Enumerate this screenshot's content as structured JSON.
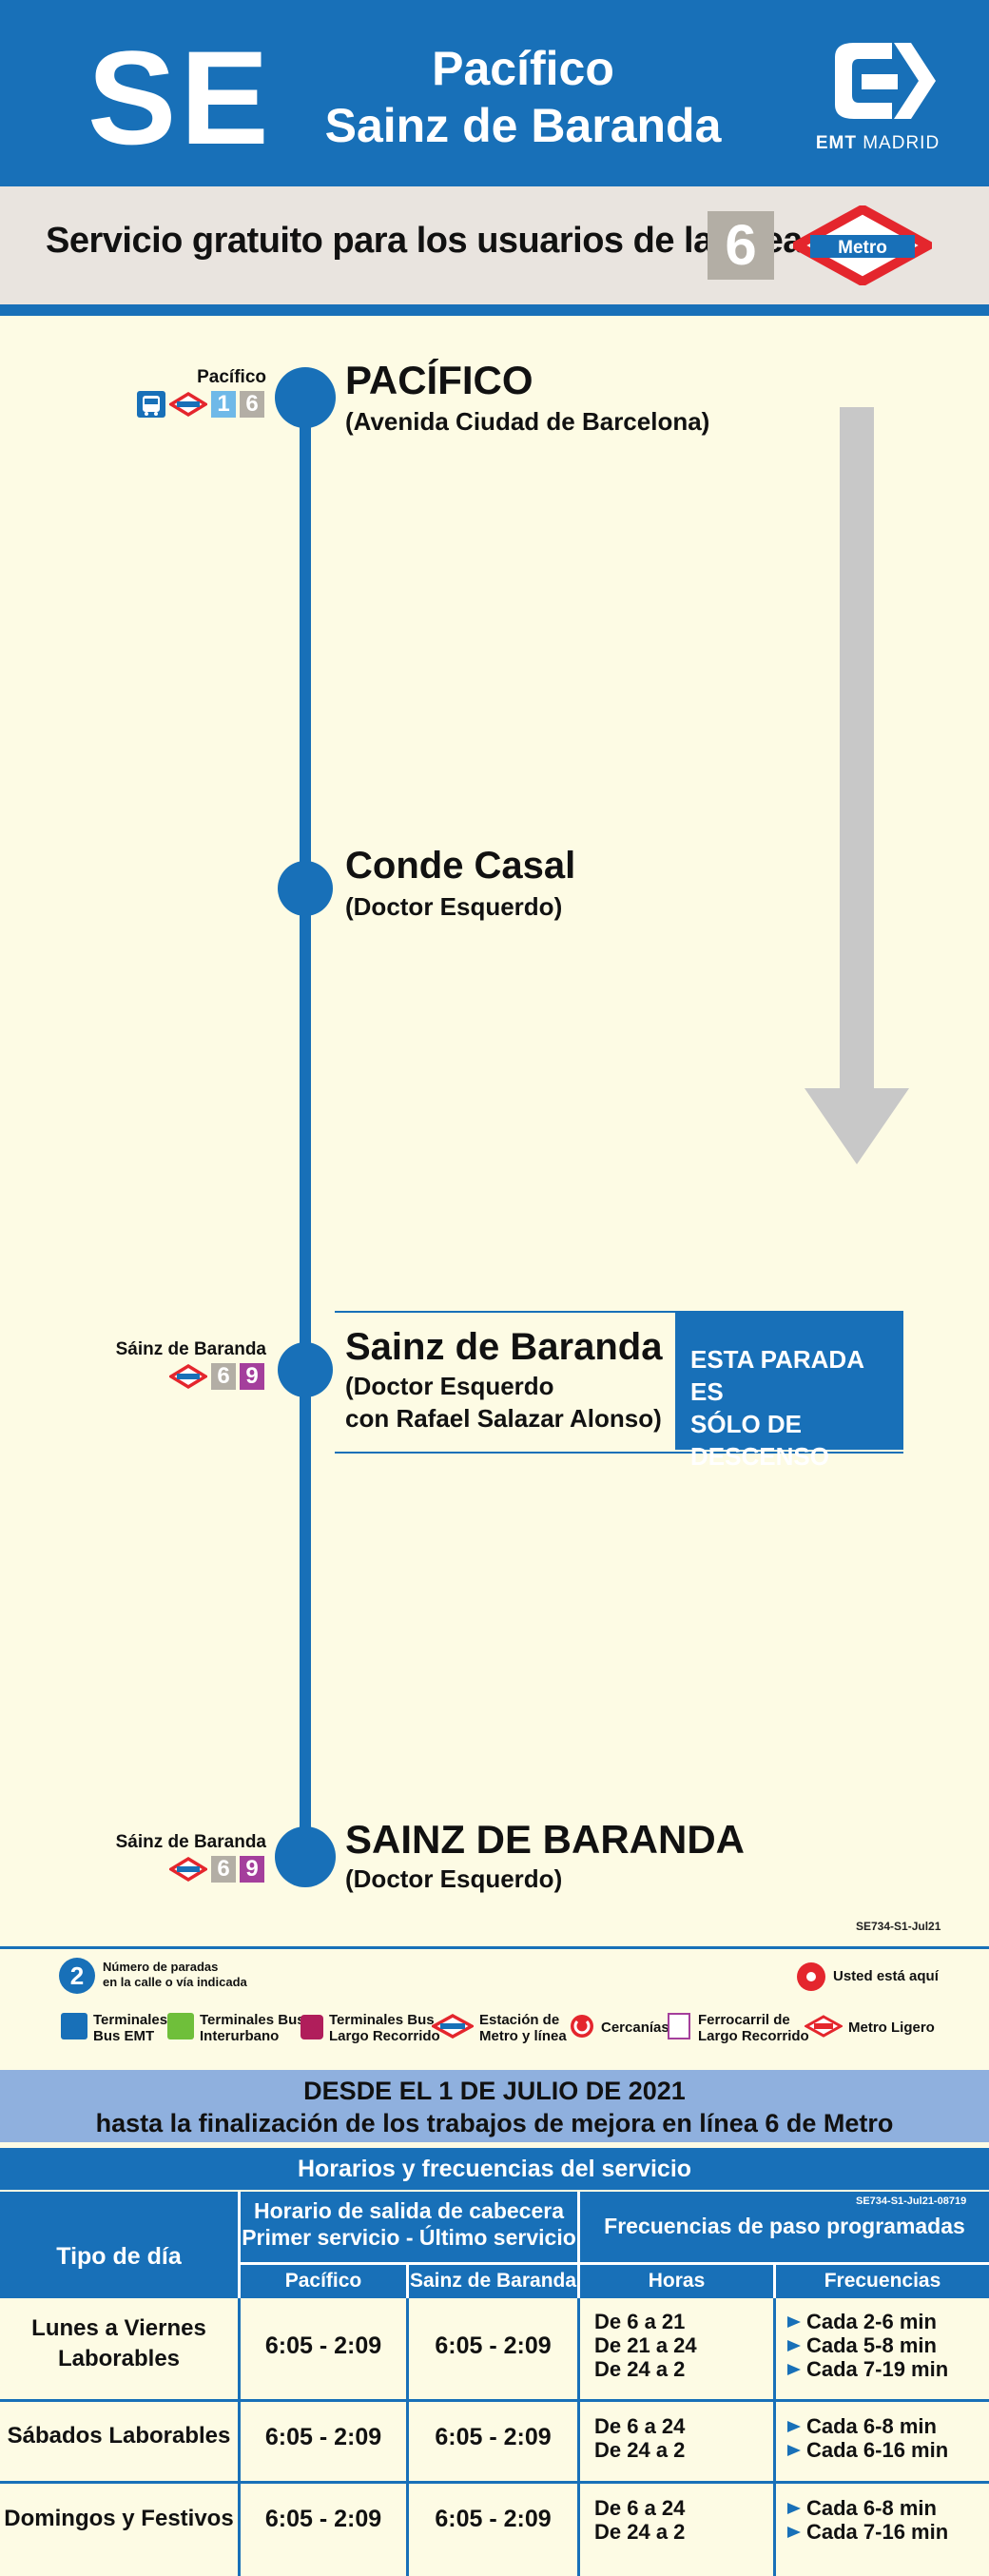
{
  "header": {
    "line_code": "SE",
    "title_line1": "Pacífico",
    "title_line2": "Sainz de Baranda",
    "operator_bold": "EMT",
    "operator_rest": "MADRID"
  },
  "subbar": {
    "text": "Servicio gratuito para los usuarios de la línea",
    "line_number": "6",
    "metro_label": "Metro"
  },
  "stops": [
    {
      "name": "PACÍFICO",
      "sub1": "(Avenida Ciudad de Barcelona)",
      "sub2": "",
      "conn_label": "Pacífico",
      "lines": [
        "1",
        "6"
      ]
    },
    {
      "name": "Conde Casal",
      "sub1": "(Doctor Esquerdo)",
      "sub2": "",
      "conn_label": "",
      "lines": []
    },
    {
      "name": "Sainz de Baranda",
      "sub1": "(Doctor Esquerdo",
      "sub2": "con Rafael Salazar Alonso)",
      "conn_label": "Sáinz de Baranda",
      "lines": [
        "6",
        "9"
      ],
      "note_line1": "ESTA PARADA ES",
      "note_line2": "SÓLO DE DESCENSO"
    },
    {
      "name": "SAINZ DE BARANDA",
      "sub1": "(Doctor Esquerdo)",
      "sub2": "",
      "conn_label": "Sáinz de Baranda",
      "lines": [
        "6",
        "9"
      ]
    }
  ],
  "map_code": "SE734-S1-Jul21",
  "legend": {
    "stops_count_number": "2",
    "stops_count_l1": "Número de paradas",
    "stops_count_l2": "en la calle o vía indicada",
    "you_are_here": "Usted está aquí",
    "bus_emt_l1": "Terminales",
    "bus_emt_l2": "Bus EMT",
    "interurban_l1": "Terminales Bus",
    "interurban_l2": "Interurbano",
    "long_l1": "Terminales Bus",
    "long_l2": "Largo Recorrido",
    "metro_l1": "Estación de",
    "metro_l2": "Metro y línea",
    "cercanias": "Cercanías",
    "rail_l1": "Ferrocarril de",
    "rail_l2": "Largo Recorrido",
    "light": "Metro Ligero"
  },
  "notice": {
    "line1": "DESDE EL 1 DE JULIO DE 2021",
    "line2": "hasta la finalización de los trabajos de mejora en línea 6 de Metro"
  },
  "timetable": {
    "title": "Horarios y frecuencias del servicio",
    "code": "SE734-S1-Jul21-08719",
    "col_day": "Tipo de día",
    "col_departure_l1": "Horario de salida de cabecera",
    "col_departure_l2": "Primer servicio - Último servicio",
    "col_freq": "Frecuencias de paso programadas",
    "sub_pacifico": "Pacífico",
    "sub_sainz": "Sainz de Baranda",
    "sub_hours": "Horas",
    "sub_freqs": "Frecuencias",
    "rows": [
      {
        "day_l1": "Lunes a Viernes",
        "day_l2": "Laborables",
        "pacifico": "6:05 - 2:09",
        "sainz": "6:05 - 2:09",
        "hours": [
          "De 6 a 21",
          "De 21 a 24",
          "De 24 a 2"
        ],
        "freqs": [
          "Cada 2-6 min",
          "Cada 5-8 min",
          "Cada 7-19 min"
        ]
      },
      {
        "day_l1": "Sábados Laborables",
        "day_l2": "",
        "pacifico": "6:05 - 2:09",
        "sainz": "6:05 - 2:09",
        "hours": [
          "De 6 a 24",
          "De 24 a 2"
        ],
        "freqs": [
          "Cada 6-8 min",
          "Cada 6-16 min"
        ]
      },
      {
        "day_l1": "Domingos y Festivos",
        "day_l2": "",
        "pacifico": "6:05 - 2:09",
        "sainz": "6:05 - 2:09",
        "hours": [
          "De 6 a 24",
          "De 24 a 2"
        ],
        "freqs": [
          "Cada 6-8 min",
          "Cada 7-16 min"
        ]
      }
    ]
  },
  "colors": {
    "brand_blue": "#1870b8",
    "cream": "#fdfbe4",
    "line1_blue": "#6fb9e8",
    "line6_gray": "#b3aea5",
    "line9_purple": "#a43f9c",
    "metro_red": "#e4262d"
  }
}
